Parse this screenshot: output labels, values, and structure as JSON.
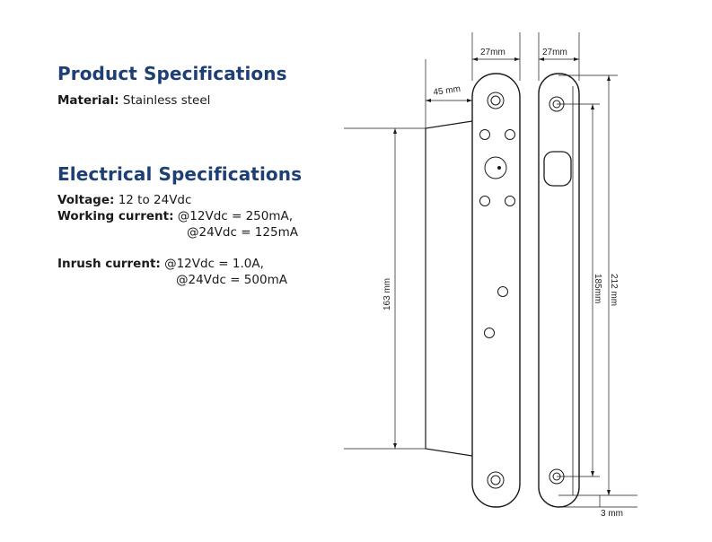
{
  "product": {
    "title": "Product Specifications",
    "material_label": "Material:",
    "material_value": "Stainless steel"
  },
  "electrical": {
    "title": "Electrical Specifications",
    "voltage_label": "Voltage:",
    "voltage_value": "12 to 24Vdc",
    "working_label": "Working current:",
    "working_line1": "@12Vdc = 250mA,",
    "working_line2": "@24Vdc = 125mA",
    "inrush_label": "Inrush current:",
    "inrush_line1": "@12Vdc = 1.0A,",
    "inrush_line2": "@24Vdc = 500mA"
  },
  "drawing": {
    "width_front": "27mm",
    "width_side": "27mm",
    "offset": "45 mm",
    "body_height": "163 mm",
    "hole_spacing": "185mm",
    "total_height": "212 mm",
    "bottom_gap": "3 mm"
  }
}
